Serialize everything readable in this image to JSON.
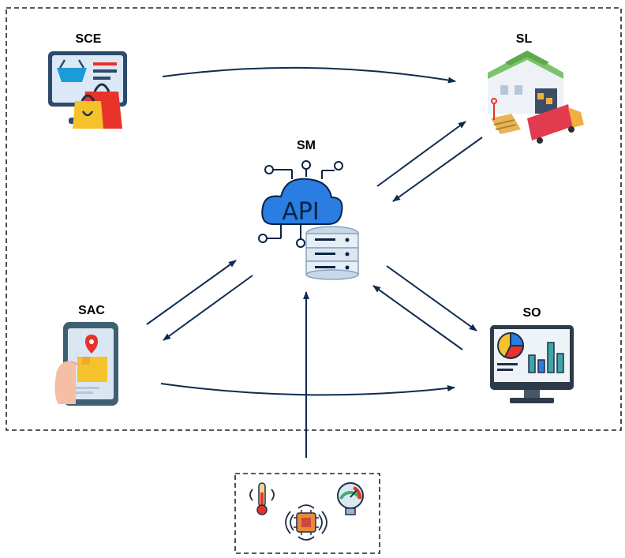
{
  "nodes": {
    "sce": {
      "label": "SCE",
      "icon": "shopping-ecommerce-monitor-icon"
    },
    "sl": {
      "label": "SL",
      "icon": "warehouse-logistics-truck-icon"
    },
    "sm": {
      "label": "SM",
      "icon": "api-cloud-database-icon",
      "icon_text": "API"
    },
    "sac": {
      "label": "SAC",
      "icon": "phone-location-delivery-icon"
    },
    "so": {
      "label": "SO",
      "icon": "analytics-dashboard-monitor-icon"
    },
    "sensors": {
      "icons": [
        "thermometer-sensor-icon",
        "iot-chip-icon",
        "pressure-gauge-icon"
      ]
    }
  },
  "edges": [
    {
      "from": "SCE",
      "to": "SL"
    },
    {
      "from": "SM",
      "to": "SL"
    },
    {
      "from": "SL",
      "to": "SM"
    },
    {
      "from": "SAC",
      "to": "SM"
    },
    {
      "from": "SM",
      "to": "SAC"
    },
    {
      "from": "SM",
      "to": "SO"
    },
    {
      "from": "SO",
      "to": "SM"
    },
    {
      "from": "SAC",
      "to": "SO"
    },
    {
      "from": "sensors",
      "to": "SM"
    }
  ],
  "colors": {
    "arrow": "#0f2c4f",
    "border": "#222222",
    "api_cloud": "#2a7de1",
    "warehouse_roof": "#7cc36b",
    "truck": "#e23a4f",
    "bag_red": "#e8332a",
    "bag_yellow": "#f5c22b"
  }
}
